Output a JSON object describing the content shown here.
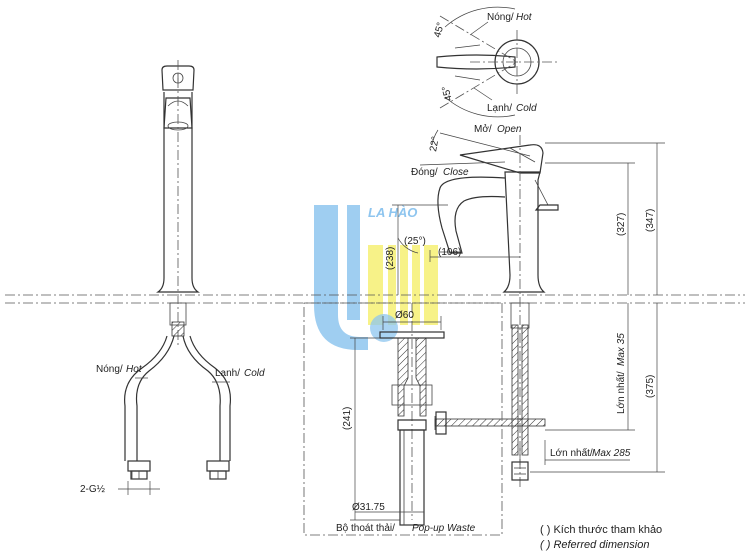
{
  "watermark": {
    "text": "LA HÀO",
    "colors": {
      "blue": "#8ec5ef",
      "yellow": "#f5ef6a"
    }
  },
  "labels": {
    "hot_top": {
      "vi": "Nóng/",
      "en": "Hot"
    },
    "cold_top": {
      "vi": "Lạnh/",
      "en": "Cold"
    },
    "open": {
      "vi": "Mở/",
      "en": "Open"
    },
    "close": {
      "vi": "Đóng/",
      "en": "Close"
    },
    "hot_side": {
      "vi": "Nóng/",
      "en": "Hot"
    },
    "cold_side": {
      "vi": "Lanh/",
      "en": "Cold"
    },
    "thread": "2-G½",
    "angle_45_top": "45°",
    "angle_45_bottom": "45°",
    "angle_22": "22°",
    "angle_25": "(25°)",
    "dim_106": "(106)",
    "dim_238": "(238)",
    "dim_327": "(327)",
    "dim_347": "(347)",
    "dim_375": "(375)",
    "dim_241": "(241)",
    "dim_60": "Ø60",
    "dim_3175": "Ø31.75",
    "max35": {
      "vi": "Lớn nhất/",
      "en": "Max 35"
    },
    "max285": {
      "vi": "Lớn nhất/",
      "en": "Max 285"
    },
    "waste": {
      "vi": "Bộ thoát thải/",
      "en": "Pop-up Waste"
    }
  },
  "legend": {
    "line1": "(  ) Kích thước tham khảo",
    "line2": "(  ) Referred dimension"
  }
}
